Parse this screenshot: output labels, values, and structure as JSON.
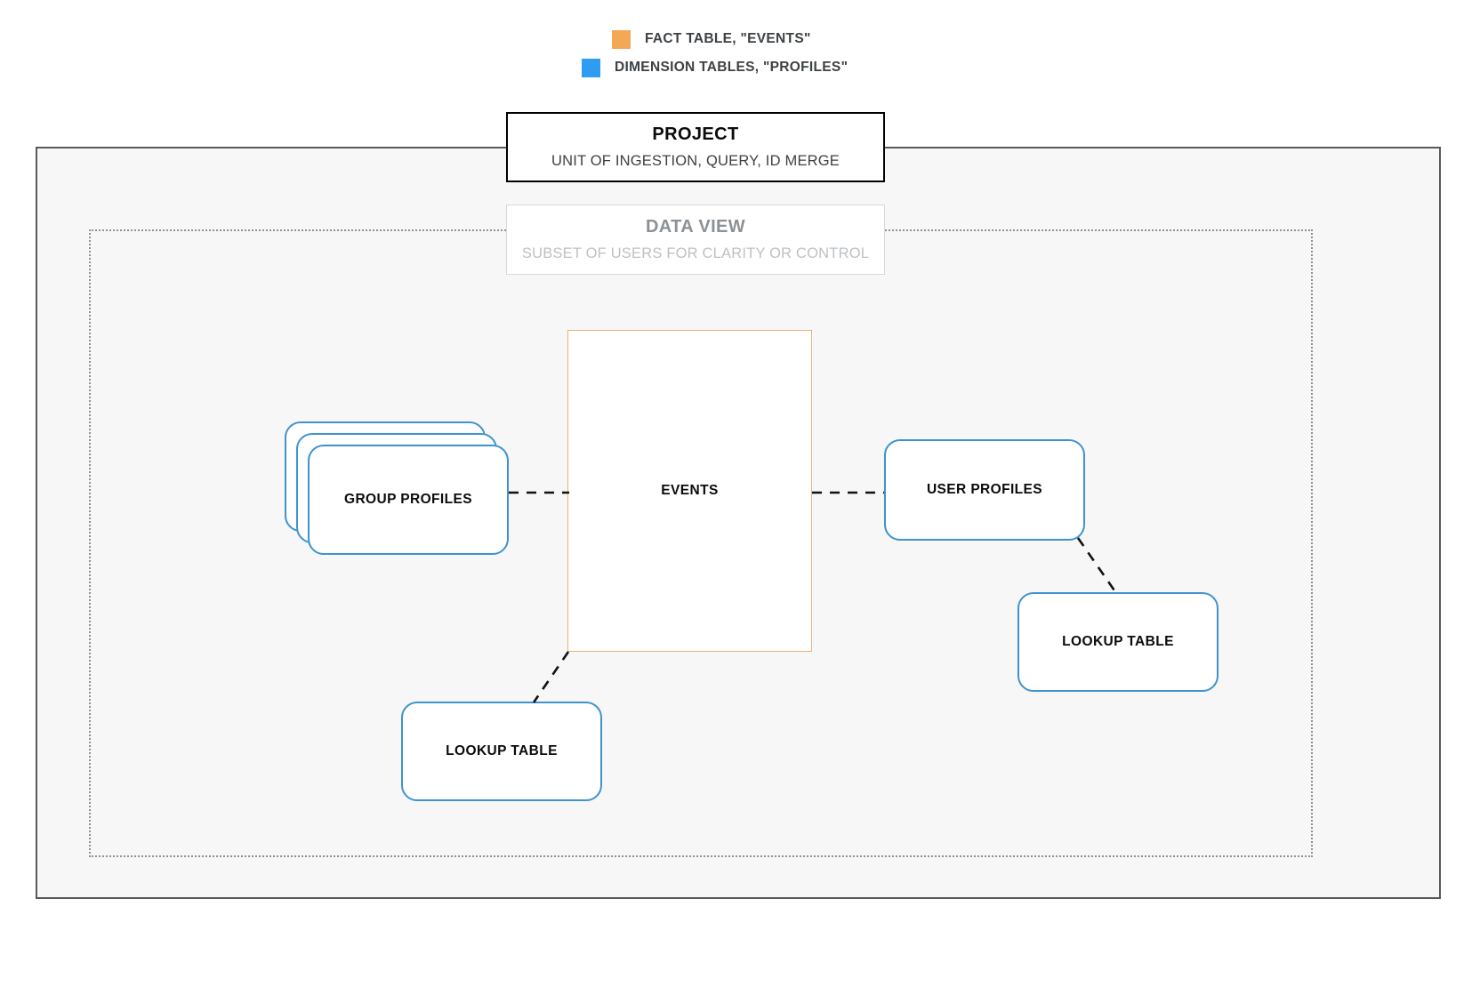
{
  "legend": {
    "items": [
      {
        "label": "FACT TABLE, \"EVENTS\"",
        "color": "#f2a855",
        "swatch_name": "fact-table-swatch"
      },
      {
        "label": "DIMENSION TABLES, \"PROFILES\"",
        "color": "#2e9cf0",
        "swatch_name": "dimension-tables-swatch"
      }
    ]
  },
  "project": {
    "title": "PROJECT",
    "subtitle": "UNIT OF INGESTION, QUERY, ID MERGE",
    "border_color": "#000000"
  },
  "data_view": {
    "title": "DATA VIEW",
    "subtitle": "SUBSET OF USERS FOR CLARITY OR CONTROL",
    "border_color": "#d6d8da",
    "title_color": "#8c9196",
    "subtitle_color": "#bdc1c4"
  },
  "nodes": {
    "events": {
      "label": "EVENTS",
      "border_color": "#e5b475",
      "kind": "fact-table"
    },
    "group_profiles": {
      "label": "GROUP PROFILES",
      "border_color": "#3e93cf",
      "kind": "dimension-table-stack",
      "stack_count": 3
    },
    "user_profiles": {
      "label": "USER PROFILES",
      "border_color": "#3e93cf",
      "kind": "dimension-table"
    },
    "lookup_left": {
      "label": "LOOKUP TABLE",
      "border_color": "#3e93cf",
      "kind": "lookup-table"
    },
    "lookup_right": {
      "label": "LOOKUP TABLE",
      "border_color": "#3e93cf",
      "kind": "lookup-table"
    }
  },
  "connections": [
    {
      "from": "group-profiles",
      "to": "events",
      "style": "dashed"
    },
    {
      "from": "events",
      "to": "user-profiles",
      "style": "dashed"
    },
    {
      "from": "events",
      "to": "lookup-table-left",
      "style": "dashed"
    },
    {
      "from": "user-profiles",
      "to": "lookup-table-right",
      "style": "dashed"
    }
  ],
  "frames": {
    "outer": {
      "name": "project-frame",
      "background": "#f7f7f7",
      "border_color": "#58595b",
      "border_style": "solid"
    },
    "inner": {
      "name": "data-view-frame",
      "border_color": "#8d9094",
      "border_style": "dotted"
    }
  }
}
